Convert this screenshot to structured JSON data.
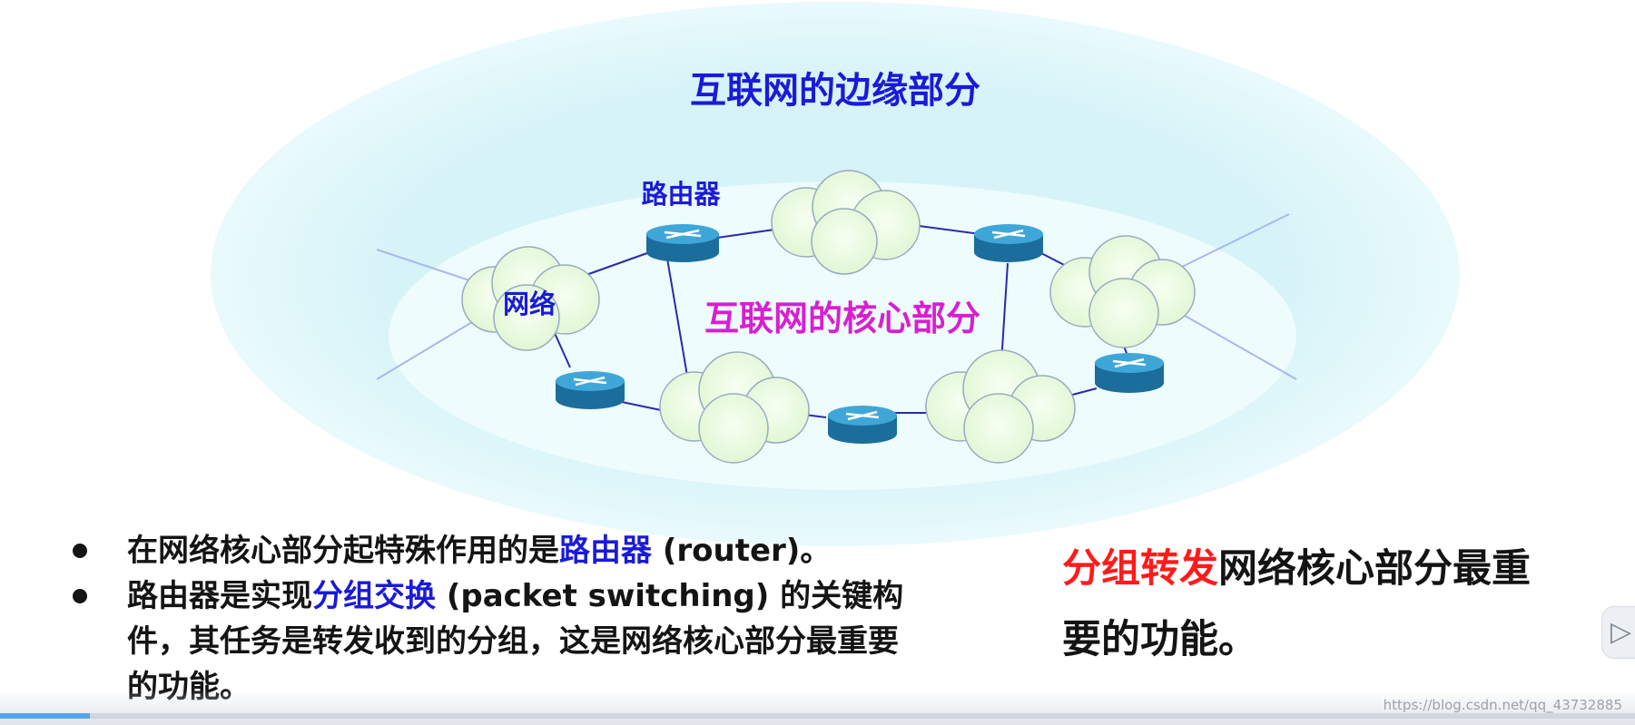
{
  "diagram": {
    "edge_title": "互联网的边缘部分",
    "core_title": "互联网的核心部分",
    "router_label": "路由器",
    "network_label": "网络",
    "colors": {
      "outer_ellipse": "#e2f8fb",
      "inner_ellipse": "#eafcfd",
      "cloud_fill": "#e9fadd",
      "link": "#2a2aa8",
      "router_top": "#3fa7d8",
      "router_side": "#1b6d9b",
      "edge_title": "#1a1ad9",
      "core_title": "#d81fd0"
    }
  },
  "bullets": [
    {
      "parts": [
        {
          "text": "在网络核心部分起特殊作用的是"
        },
        {
          "text": "路由器",
          "highlight": "blue"
        },
        {
          "text": " (router)。"
        }
      ]
    },
    {
      "parts": [
        {
          "text": "路由器是实现"
        },
        {
          "text": "分组交换",
          "highlight": "blue"
        },
        {
          "text": " (packet switching) 的关键构件，其任务是转发收到的分组，这是网络核心部分最重要的功能。"
        }
      ]
    }
  ],
  "callout": {
    "highlight": "分组转发",
    "rest": "网络核心部分最重要的功能。"
  },
  "player": {
    "progress_fraction": 0.055,
    "watermark": "https://blog.csdn.net/qq_43732885",
    "side_button_icon": "video-icon"
  }
}
